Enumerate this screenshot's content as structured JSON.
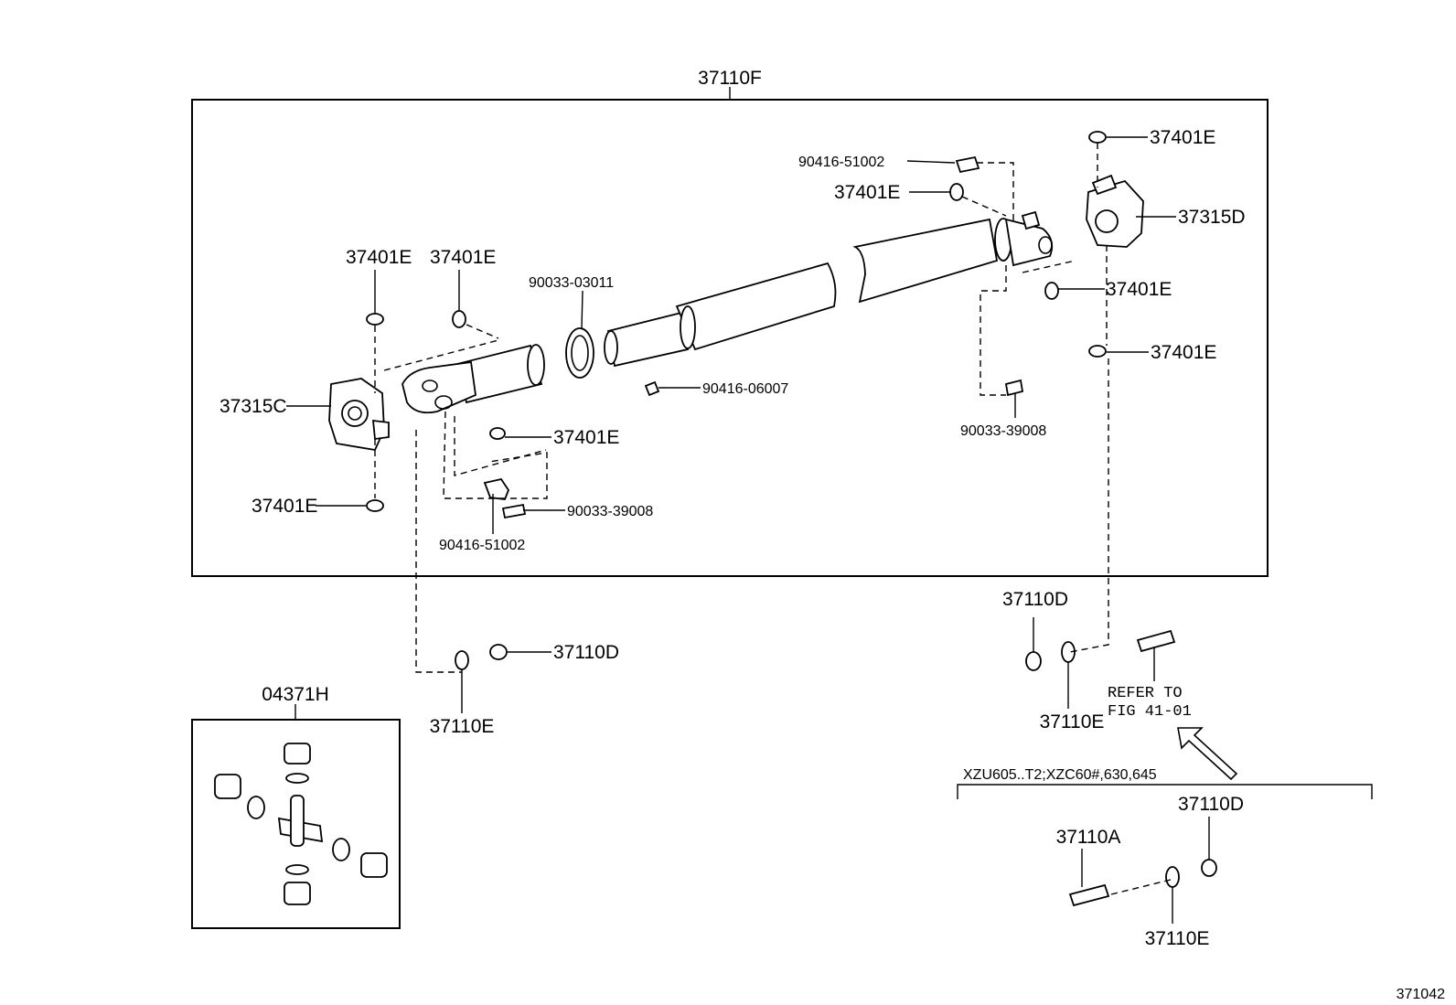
{
  "diagram": {
    "figure_number": "371042",
    "assembly_label": "37110F",
    "kit_label": "04371H",
    "condition_note": "XZU605..T2;XZC60#,630,645",
    "refer_line1": "REFER TO",
    "refer_line2": "FIG 41-01",
    "labels": {
      "l_90416_51002_top": "90416-51002",
      "l_37401E_top_right": "37401E",
      "l_37401E_mid_right": "37401E",
      "l_37315D": "37315D",
      "l_37401E_right_lower": "37401E",
      "l_37401E_right_bottom": "37401E",
      "l_37401E_left_a": "37401E",
      "l_37401E_left_b": "37401E",
      "l_90033_03011": "90033-03011",
      "l_37315C": "37315C",
      "l_37401E_center": "37401E",
      "l_90416_06007": "90416-06007",
      "l_90033_39008_right": "90033-39008",
      "l_37401E_left_bottom": "37401E",
      "l_90033_39008_left": "90033-39008",
      "l_90416_51002_bottom": "90416-51002",
      "l_37110D_center": "37110D",
      "l_37110E_center": "37110E",
      "l_37110D_right_top": "37110D",
      "l_37110E_right": "37110E",
      "l_37110D_right_bottom": "37110D",
      "l_37110A": "37110A",
      "l_37110E_bottom": "37110E"
    }
  }
}
